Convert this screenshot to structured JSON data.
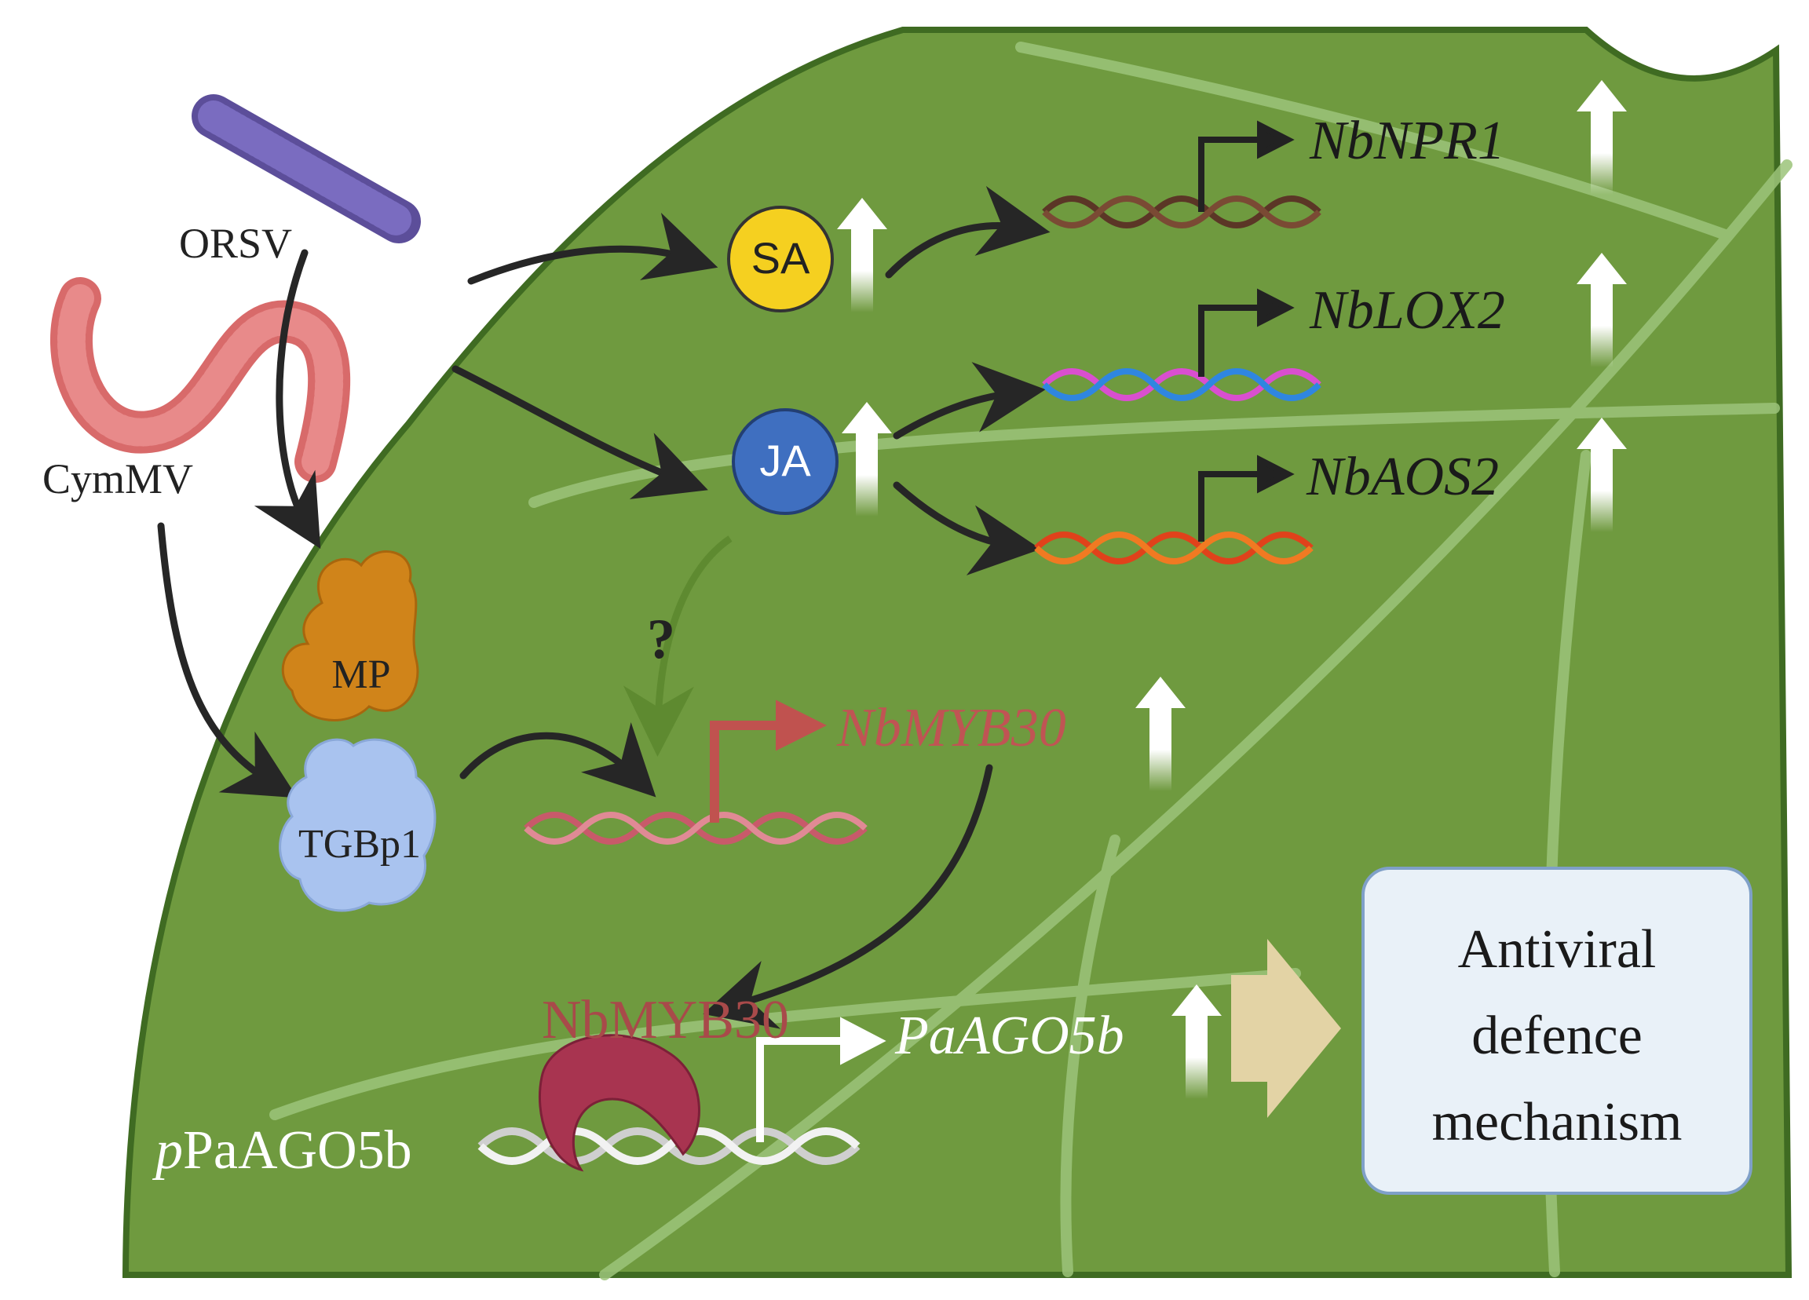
{
  "labels": {
    "orsv": "ORSV",
    "cymmv": "CymMV",
    "mp": "MP",
    "tgbp1": "TGBp1",
    "sa": "SA",
    "ja": "JA",
    "question": "?",
    "npr1": "NbNPR1",
    "lox2": "NbLOX2",
    "aos2": "NbAOS2",
    "myb30_gene": "NbMYB30",
    "myb30_protein": "NbMYB30",
    "promoter_prefix": "p",
    "promoter_name": "PaAGO5b",
    "ago5b": "PaAGO5b"
  },
  "outcome_box": {
    "line1": "Antiviral",
    "line2": "defence",
    "line3": "mechanism"
  },
  "colors": {
    "leaf": "#6f9a3f",
    "leaf_edge": "#3f6b22",
    "vein": "#9cc47a",
    "orsv_rod": "#6a5aa8",
    "cymmv_rod": "#d86a6a",
    "mp_protein": "#d0841a",
    "tgbp1_protein": "#a9c3ef",
    "sa_circle": "#f5d020",
    "ja_circle": "#3f6fc0",
    "myb30_text": "#c05454",
    "myb30_protein": "#a83450",
    "box_fill": "#e9f1f8",
    "box_border": "#7fa0c8",
    "big_arrow": "#e3d3a5"
  },
  "icons": [
    "orsv-virus-icon",
    "cymmv-virus-icon",
    "mp-protein-icon",
    "tgbp1-protein-icon",
    "myb30-protein-icon",
    "up-arrow-icon",
    "dna-helix-icon",
    "transcription-start-icon"
  ]
}
